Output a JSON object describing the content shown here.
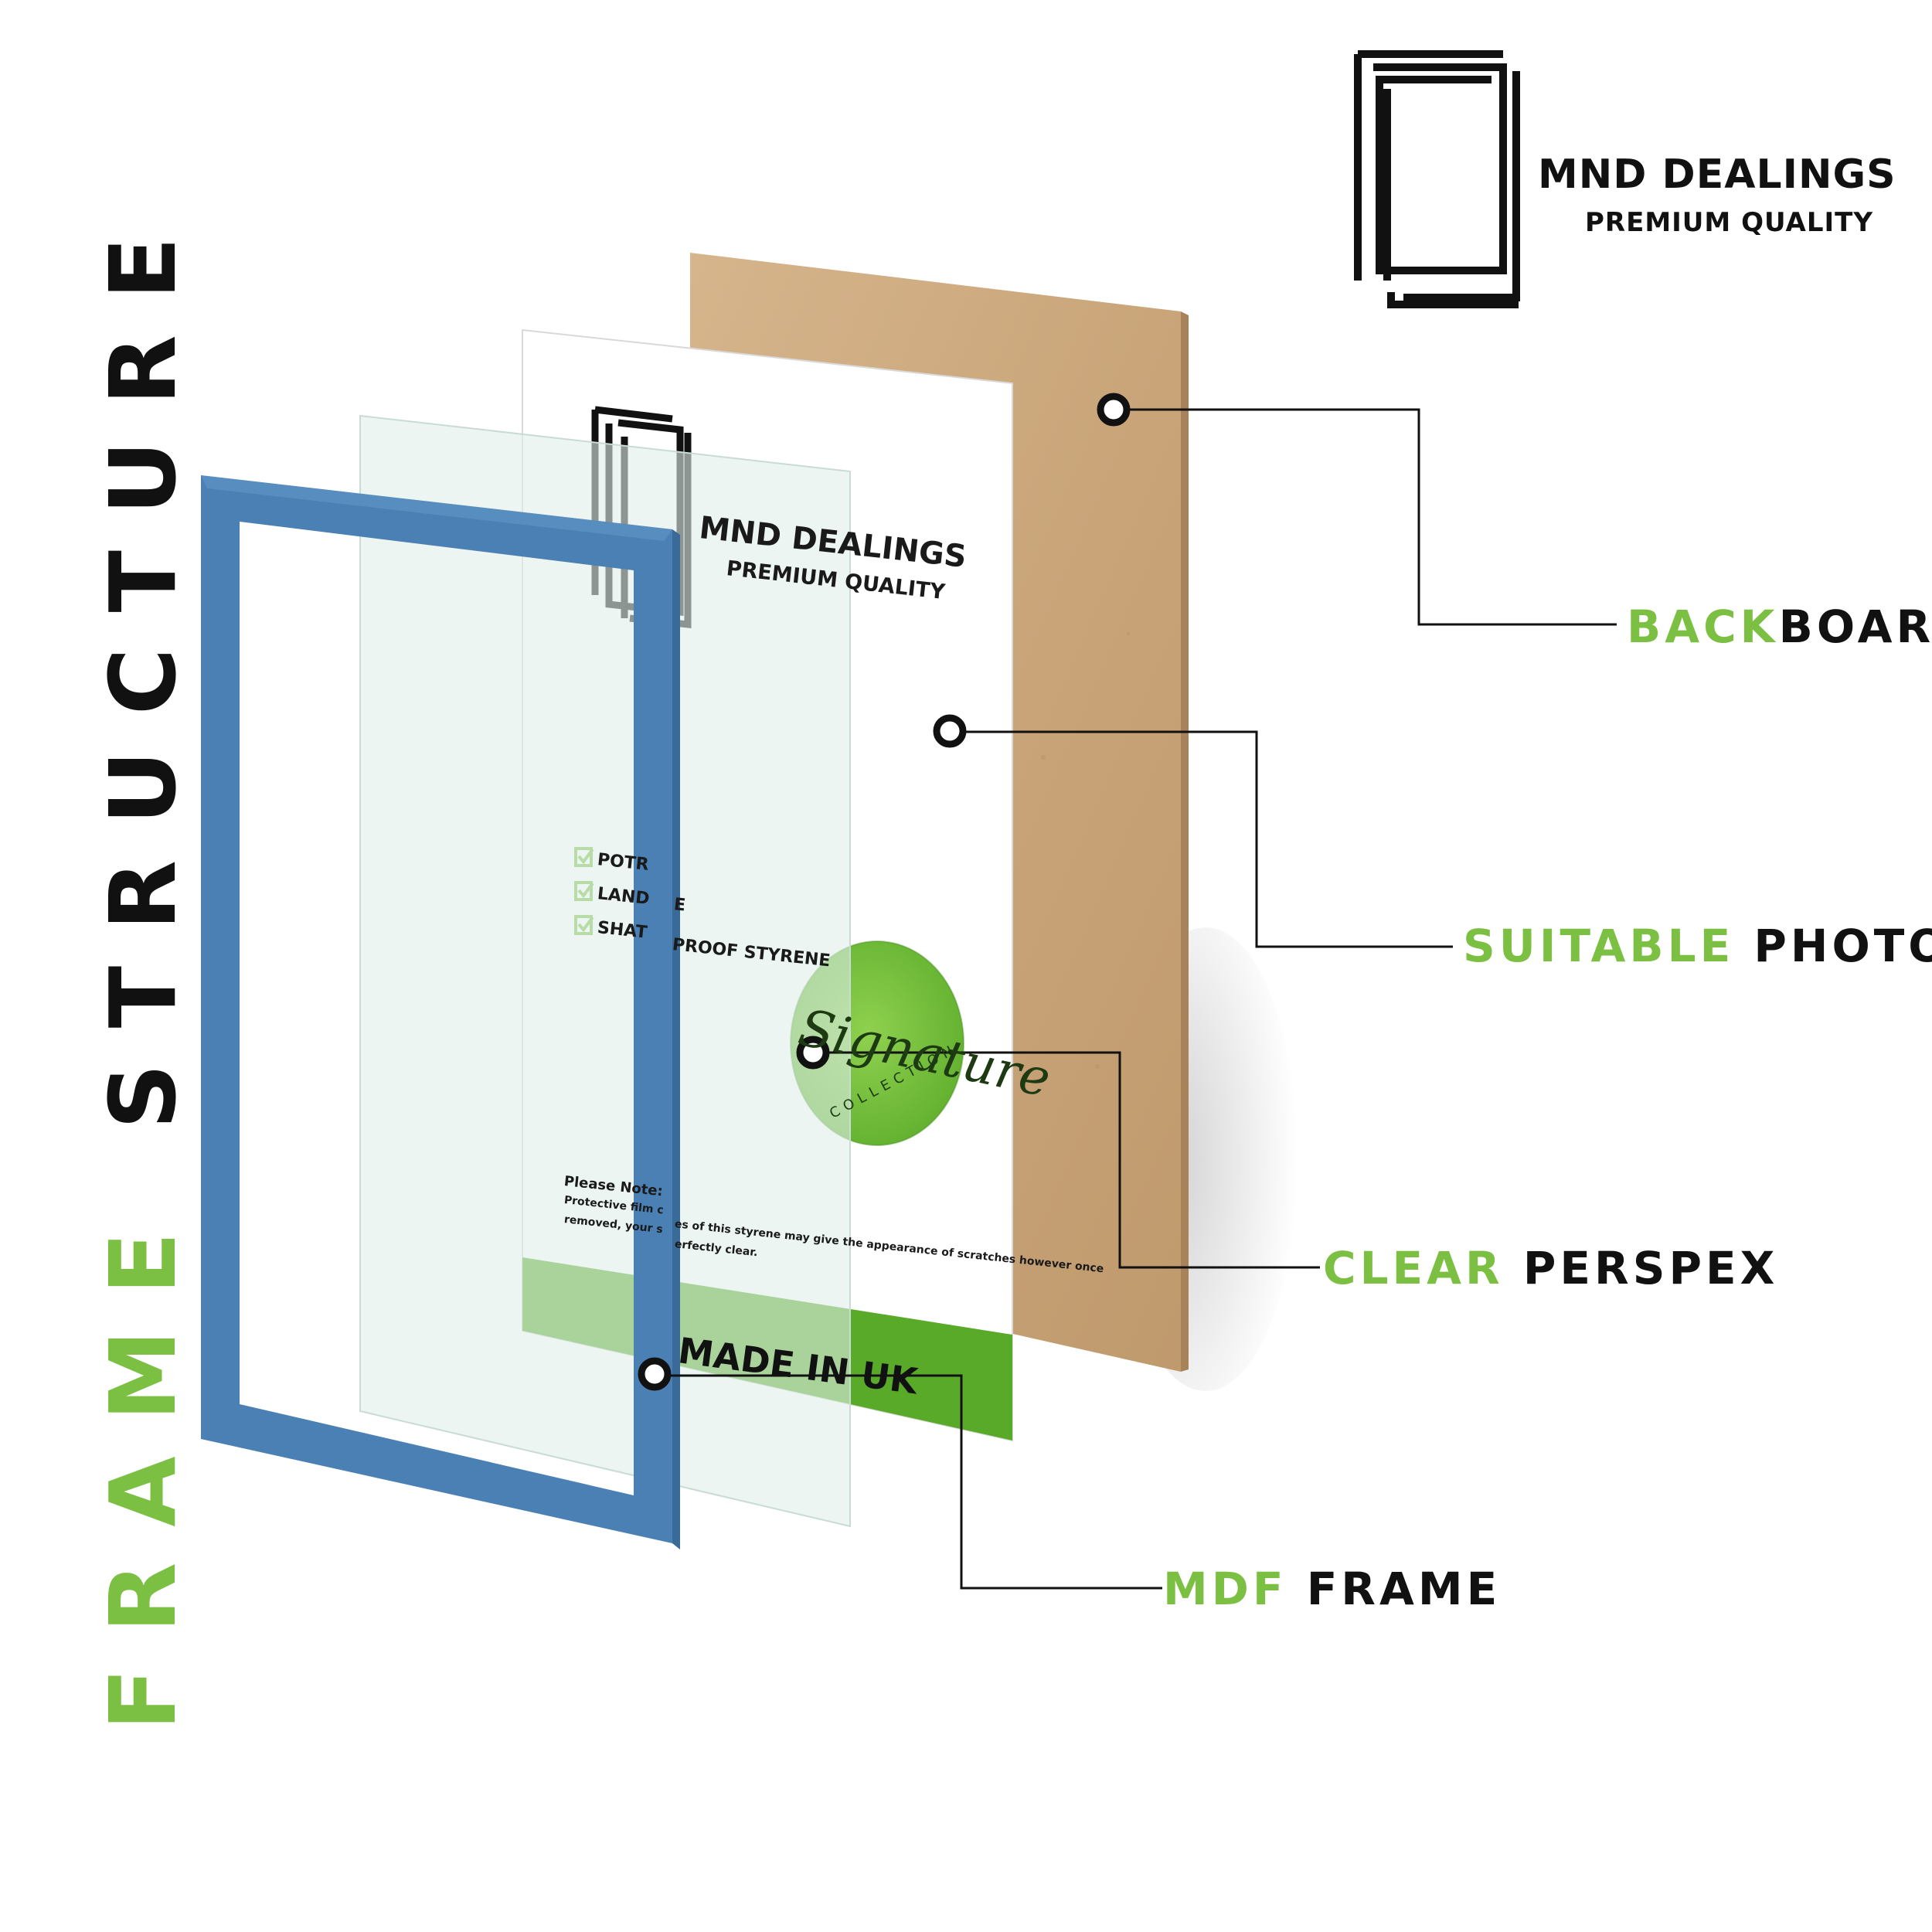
{
  "title": {
    "highlight": "FRAME",
    "rest": "STRUCTURE"
  },
  "brand": {
    "name": "MND DEALINGS",
    "tagline": "PREMIUM QUALITY"
  },
  "insert": {
    "brand_name": "MND DEALINGS",
    "brand_tagline": "PREMIUM QUALITY",
    "features": [
      "POTR",
      "LAND",
      "E",
      "SHAT",
      "PROOF STYRENE"
    ],
    "badge_script": "Signature",
    "badge_sub": "COLLECTION",
    "note_title": "Please Note:",
    "note_lines": [
      "Protective film c",
      "es of this styrene may give the appearance of scratches however once",
      "removed, your s",
      "erfectly clear."
    ],
    "banner": "MADE IN UK"
  },
  "callouts": [
    {
      "highlight": "BACK",
      "rest": "BOARD"
    },
    {
      "highlight": "SUITABLE",
      "rest": "PHOTO"
    },
    {
      "highlight": "CLEAR",
      "rest": "PERSPEX"
    },
    {
      "highlight": "MDF",
      "rest": "FRAME"
    }
  ],
  "colors": {
    "accent_green": "#7bc043",
    "frame_blue": "#4a80b4",
    "backboard_tan": "#c9a47a",
    "banner_green": "#5aaa2a",
    "text": "#111111"
  },
  "icons": [
    "brand-logo-icon",
    "checkbox-icon",
    "signature-badge-icon",
    "callout-dot-icon"
  ]
}
